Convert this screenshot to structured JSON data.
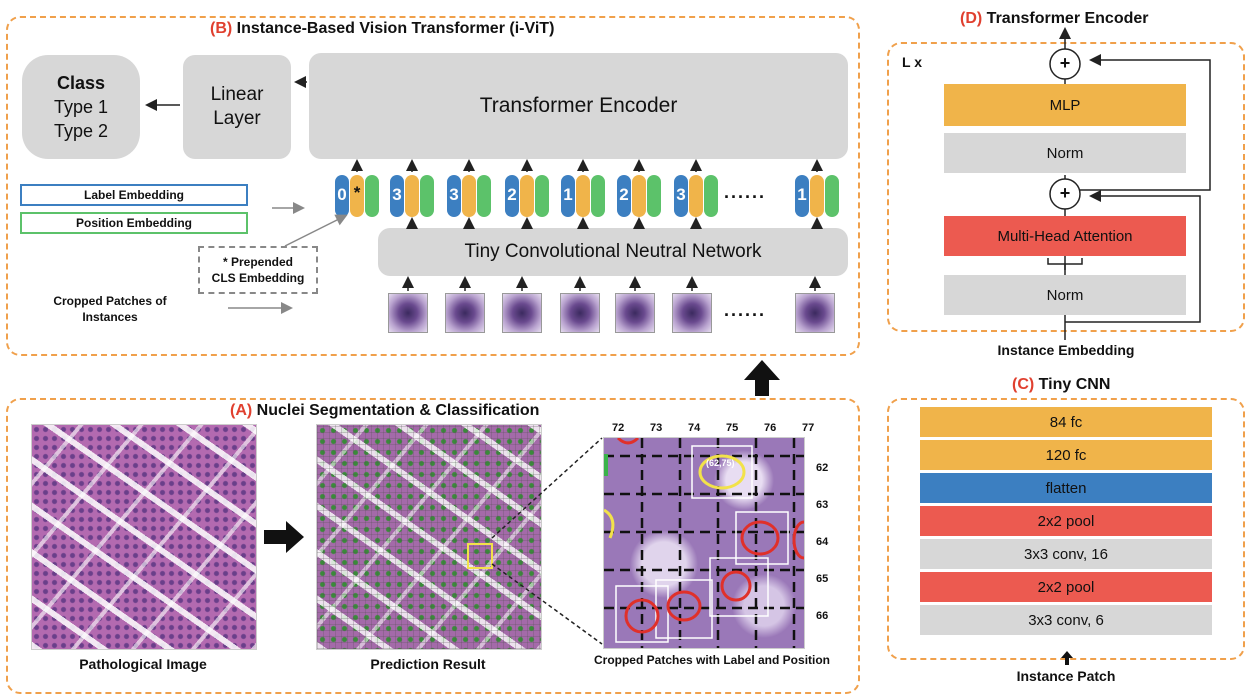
{
  "panel_b": {
    "tag": "(B)",
    "title": "Instance-Based Vision Transformer (i-ViT)",
    "class_box": {
      "title": "Class",
      "line1": "Type 1",
      "line2": "Type 2"
    },
    "linear_layer": {
      "line1": "Linear",
      "line2": "Layer"
    },
    "transformer_encoder": "Transformer Encoder",
    "label_embedding": "Label Embedding",
    "position_embedding": "Position Embedding",
    "cls_note": {
      "line1": "* Prepended",
      "line2": "CLS Embedding"
    },
    "cropped_patches": {
      "line1": "Cropped Patches of",
      "line2": "Instances"
    },
    "tiny_cnn": "Tiny Convolutional Neutral Network",
    "tokens": [
      "0",
      "3",
      "3",
      "2",
      "1",
      "2",
      "3",
      "1"
    ],
    "cls_star": "*",
    "ellipsis": "......"
  },
  "panel_a": {
    "tag": "(A)",
    "title": "Nuclei Segmentation & Classification",
    "label_left": "Pathological Image",
    "label_mid": "Prediction Result",
    "label_right": "Cropped Patches with Label and Position",
    "grid_cols": [
      "72",
      "73",
      "74",
      "75",
      "76",
      "77"
    ],
    "grid_rows": [
      "62",
      "63",
      "64",
      "65",
      "66"
    ],
    "coord_label": "(62,75)"
  },
  "panel_d": {
    "tag": "(D)",
    "title": "Transformer Encoder",
    "repeat": "L x",
    "mlp": "MLP",
    "norm_top": "Norm",
    "attention": "Multi-Head Attention",
    "norm_bottom": "Norm",
    "input_label": "Instance Embedding",
    "plus": "+"
  },
  "panel_c": {
    "tag": "(C)",
    "title": "Tiny CNN",
    "layers": [
      {
        "label": "84 fc",
        "color": "#f0b44a"
      },
      {
        "label": "120 fc",
        "color": "#f0b44a"
      },
      {
        "label": "flatten",
        "color": "#3c7fc1"
      },
      {
        "label": "2x2 pool",
        "color": "#ec5a50"
      },
      {
        "label": "3x3 conv, 16",
        "color": "#d7d7d7"
      },
      {
        "label": "2x2 pool",
        "color": "#ec5a50"
      },
      {
        "label": "3x3 conv, 6",
        "color": "#d7d7d7"
      }
    ],
    "input_label": "Instance Patch"
  },
  "colors": {
    "orange": "#f0b44a",
    "blue": "#3c7fc1",
    "green": "#5cc26a",
    "red": "#ec5a50",
    "gray": "#d7d7d7",
    "dashed": "#f0a04b",
    "tag": "#e0402f"
  }
}
